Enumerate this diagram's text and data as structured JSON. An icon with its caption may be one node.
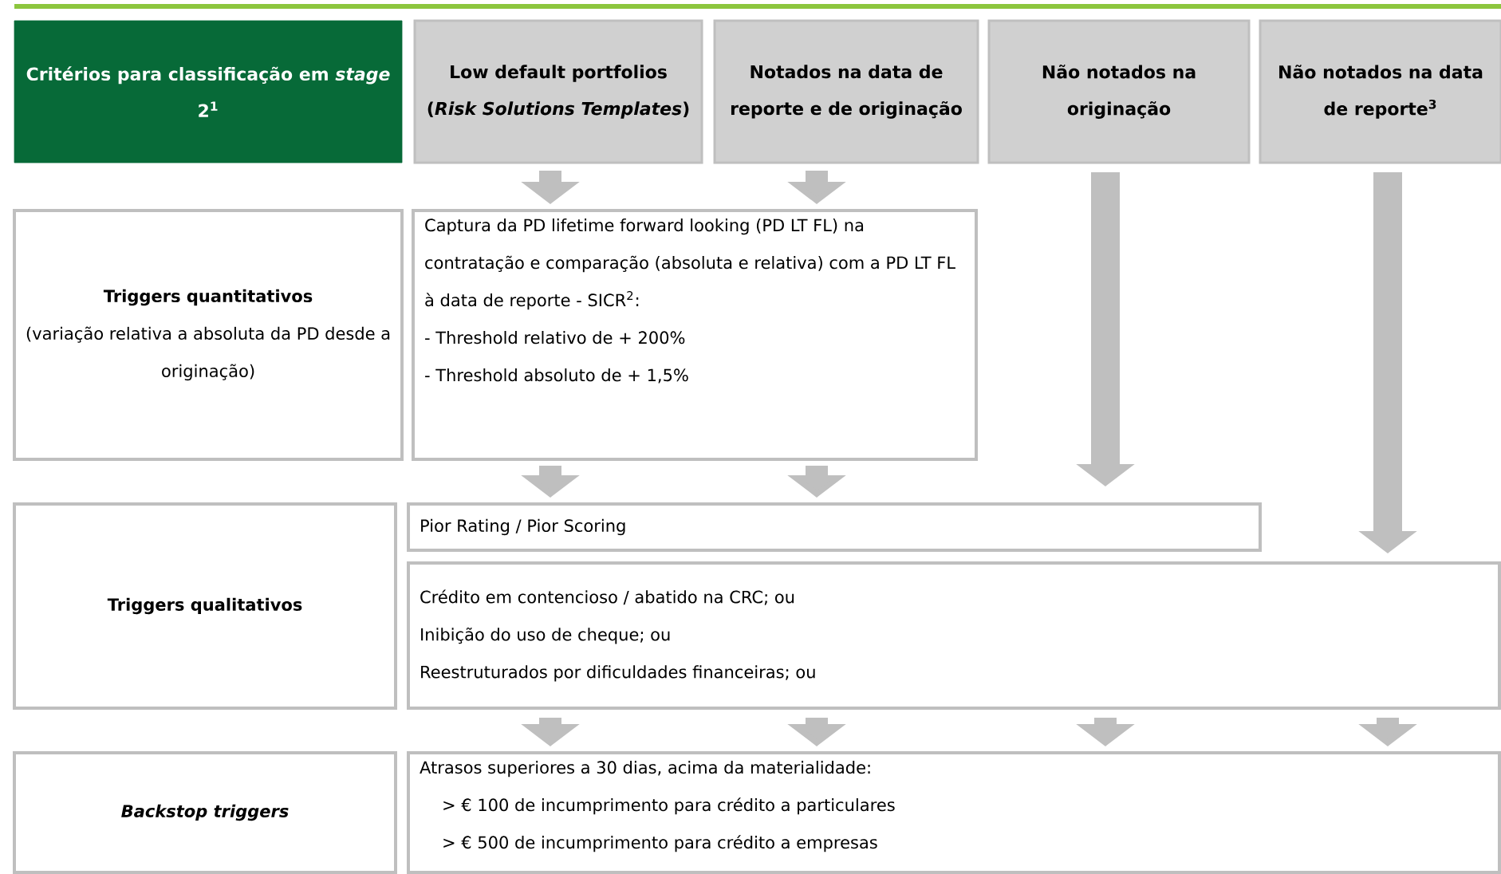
{
  "diagram": {
    "nodes": [
      {
        "text": [
          "Critérios para classificação em *stage* 2$^{1}$"
        ]
      },
      {
        "text": [
          "Low default portfolios (*Risk Solutions Templates*)"
        ]
      },
      {
        "text": [
          "Notados na data de reporte e de originação"
        ]
      },
      {
        "text": [
          "Não notados na originação"
        ]
      },
      {
        "text": [
          "Não notados na data de reporte$^{3}$"
        ]
      },
      {
        "text": [
          "Triggers quantitativos",
          "(variação relativa a absoluta da PD desde a originação)"
        ]
      },
      {
        "text": [
          "Captura da PD lifetime forward looking (PD LT FL) na contratação e comparação (absoluta e relativa) com a PD LT FL à data de reporte - SICR$^{2}$:",
          "- Threshold relativo de + 200%",
          "- Threshold absoluto de + 1,5%"
        ]
      },
      {
        "text": [
          "Triggers qualitativos"
        ]
      },
      {
        "text": [
          "Pior Rating / Pior Scoring"
        ]
      },
      {
        "text": [
          "Crédito em contencioso / abatido na CRC; ou",
          "Inibição do uso de cheque; ou",
          "Reestruturados por dificuldades financeiras; ou"
        ]
      },
      {
        "text": [
          "Backstop triggers"
        ]
      },
      {
        "text": [
          "Atrasos superiores a 30 dias, acima da materialidade:",
          "> € 100 de incumprimento para crédito a particulares",
          "> € 500 de incumprimento para crédito a empresas"
        ]
      }
    ],
    "edges": [
      {
        "from": 1,
        "to": 6,
        "arrow": "to"
      },
      {
        "from": 2,
        "to": 6,
        "arrow": "to"
      },
      {
        "from": 3,
        "to": 8,
        "arrow": "to"
      },
      {
        "from": 4,
        "to": 9,
        "arrow": "to"
      },
      {
        "from": 6,
        "to": 8,
        "arrow": "to"
      },
      {
        "from": 6,
        "to": 8,
        "arrow": "to"
      },
      {
        "from": 9,
        "to": 11,
        "arrow": "to"
      },
      {
        "from": 9,
        "to": 11,
        "arrow": "to"
      },
      {
        "from": 9,
        "to": 11,
        "arrow": "to"
      },
      {
        "from": 9,
        "to": 11,
        "arrow": "to"
      }
    ]
  }
}
